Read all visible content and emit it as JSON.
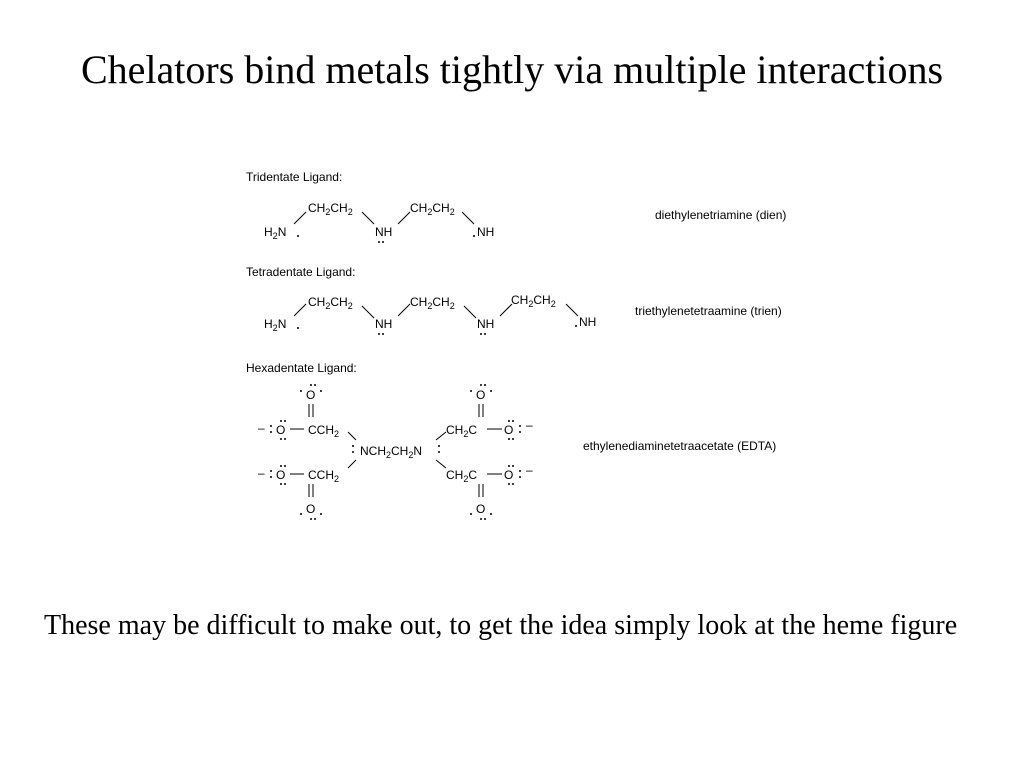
{
  "title": "Chelators bind metals tightly via multiple interactions",
  "figure": {
    "tridentate": {
      "heading": "Tridentate Ligand:",
      "name": "diethylenetriamine (dien)"
    },
    "tetradentate": {
      "heading": "Tetradentate Ligand:",
      "name": "triethylenetetraamine (trien)"
    },
    "hexadentate": {
      "heading": "Hexadentate Ligand:",
      "name": "ethylenediaminetetraacetate (EDTA)"
    }
  },
  "caption": "These may be difficult to make out, to get the idea simply look at the heme figure"
}
